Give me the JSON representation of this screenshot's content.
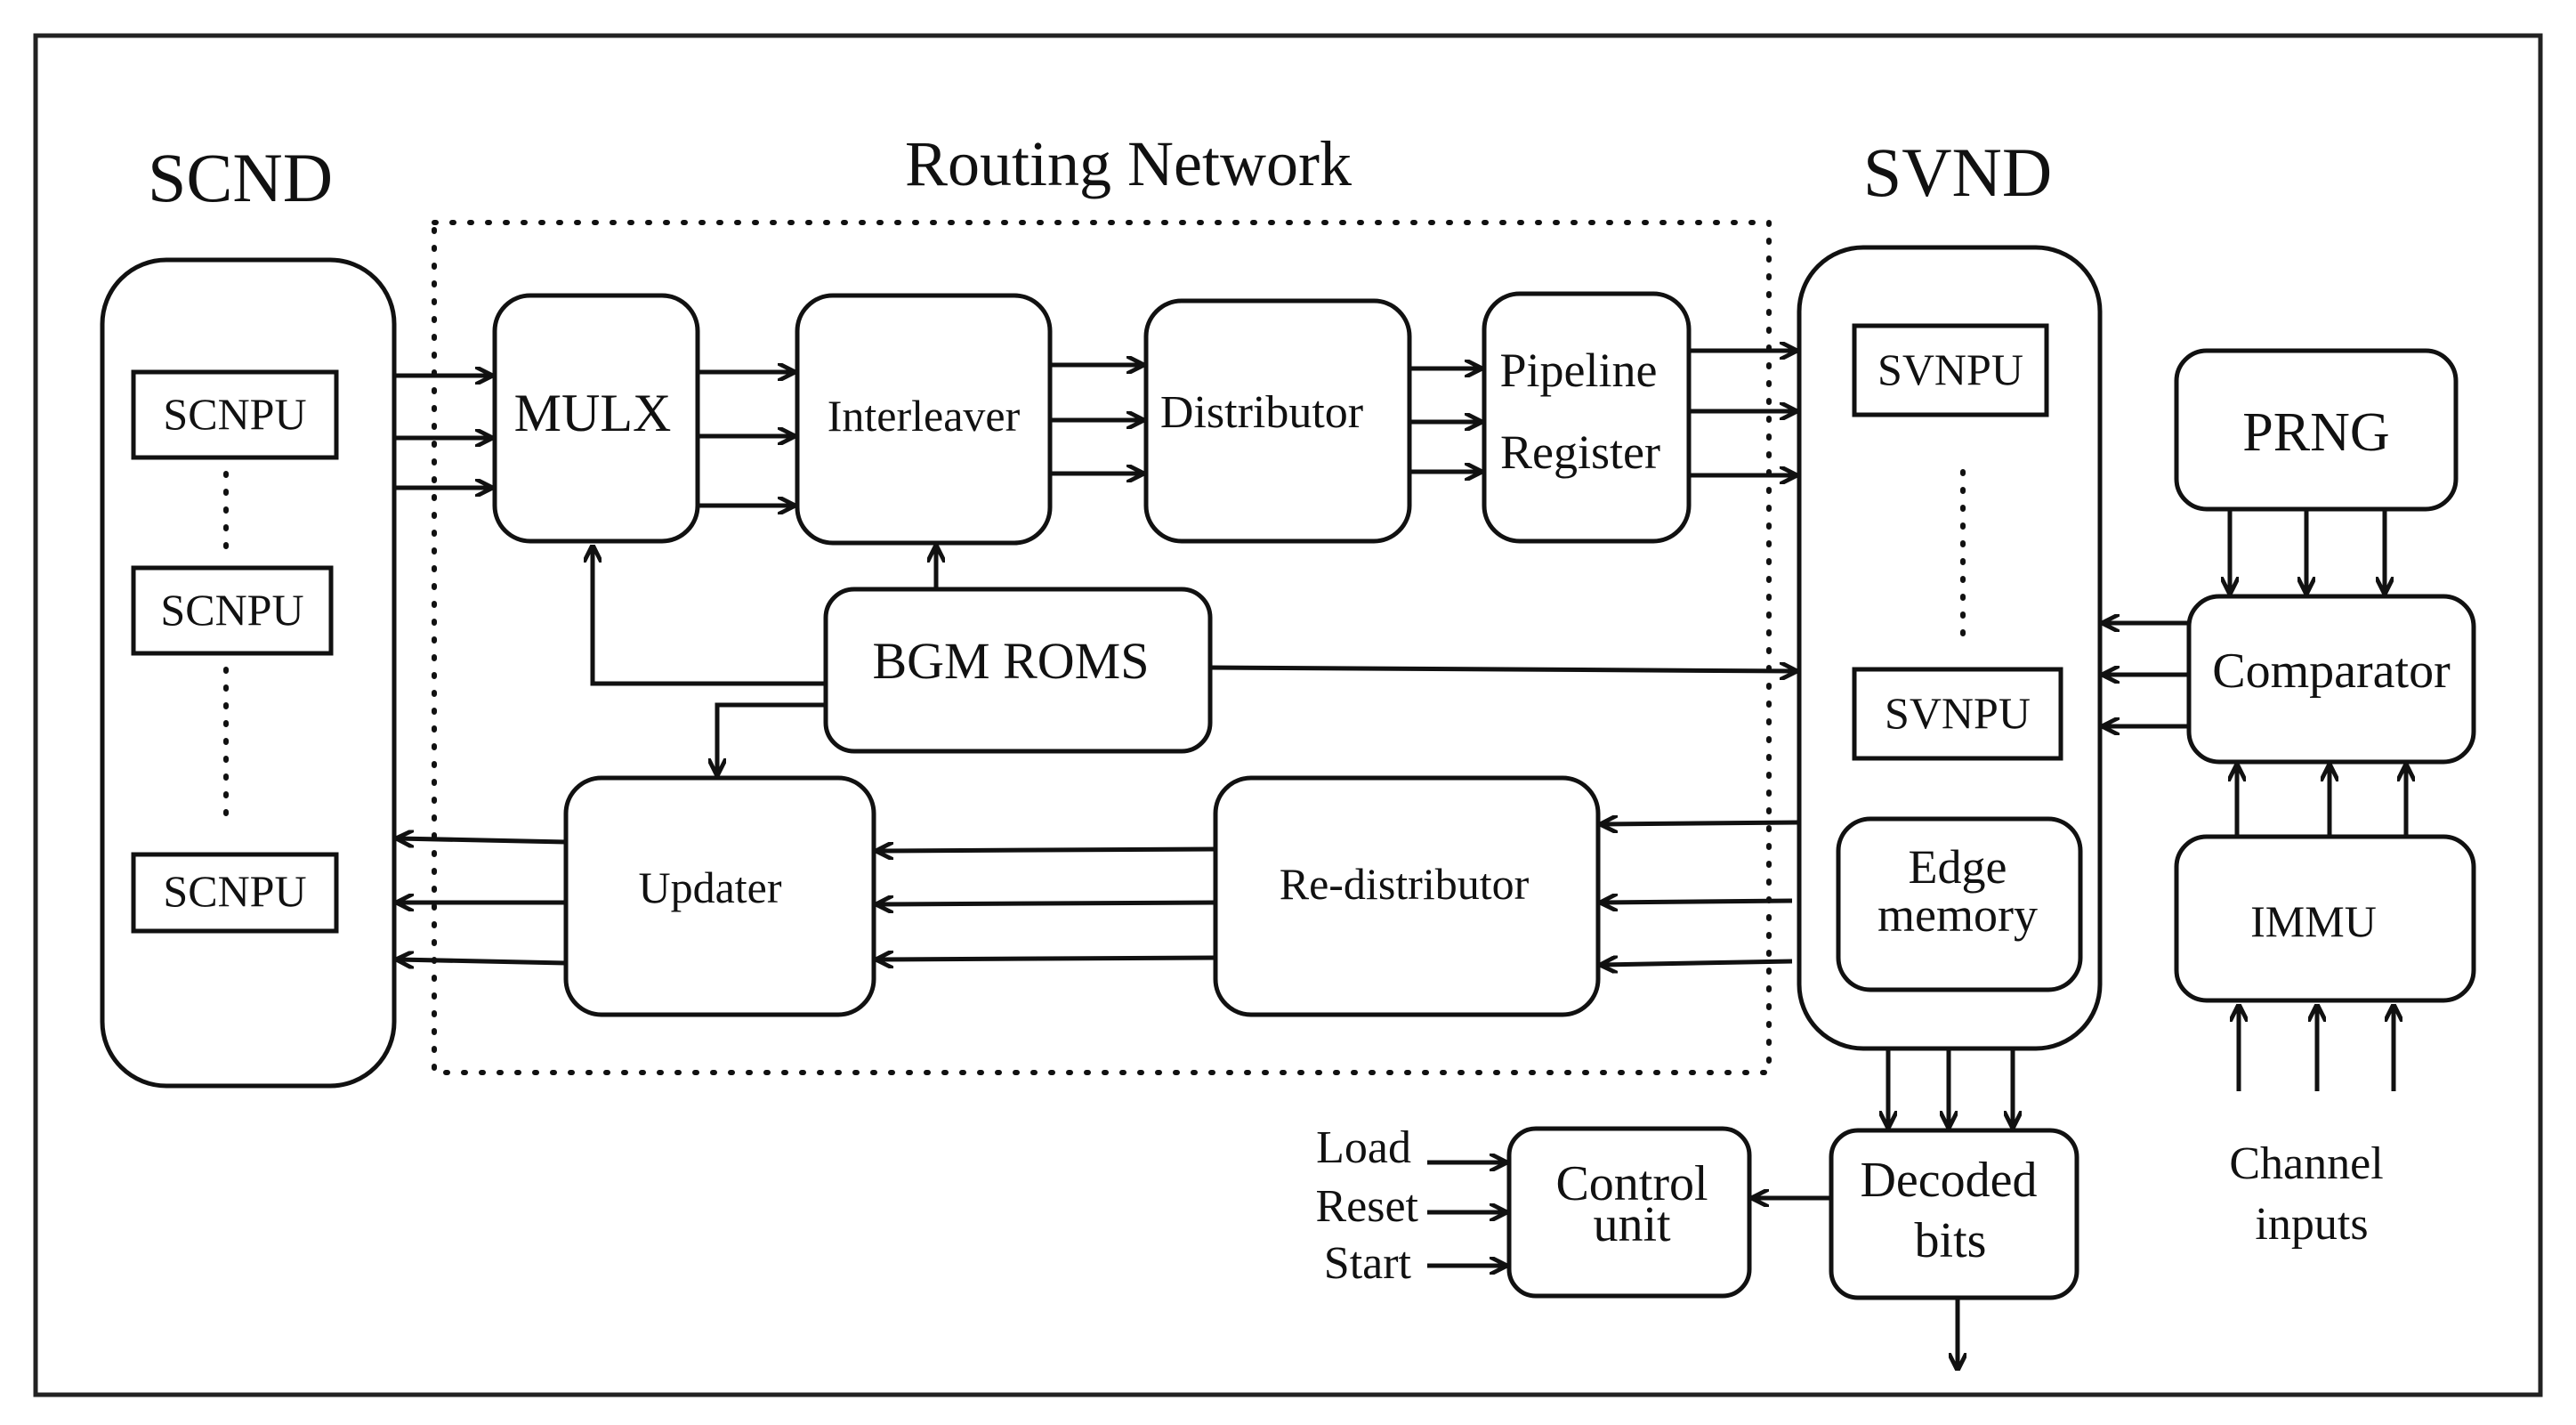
{
  "titles": {
    "scnd": "SCND",
    "routing": "Routing Network",
    "svnd": "SVND"
  },
  "blocks": {
    "scnpu": "SCNPU",
    "mulx": "MULX",
    "interleaver": "Interleaver",
    "distributor": "Distributor",
    "pipeline_register": [
      "Pipeline",
      "Register"
    ],
    "bgm_roms": "BGM ROMS",
    "updater": "Updater",
    "redistributor": "Re-distributor",
    "svnpu": "SVNPU",
    "edge_memory": [
      "Edge",
      "memory"
    ],
    "prng": "PRNG",
    "comparator": "Comparator",
    "immu": "IMMU",
    "control_unit": [
      "Control",
      "unit"
    ],
    "decoded_bits": [
      "Decoded",
      "bits"
    ]
  },
  "signals": {
    "load": "Load",
    "reset": "Reset",
    "start": "Start",
    "channel_inputs": [
      "Channel",
      "inputs"
    ]
  },
  "dots": "·"
}
